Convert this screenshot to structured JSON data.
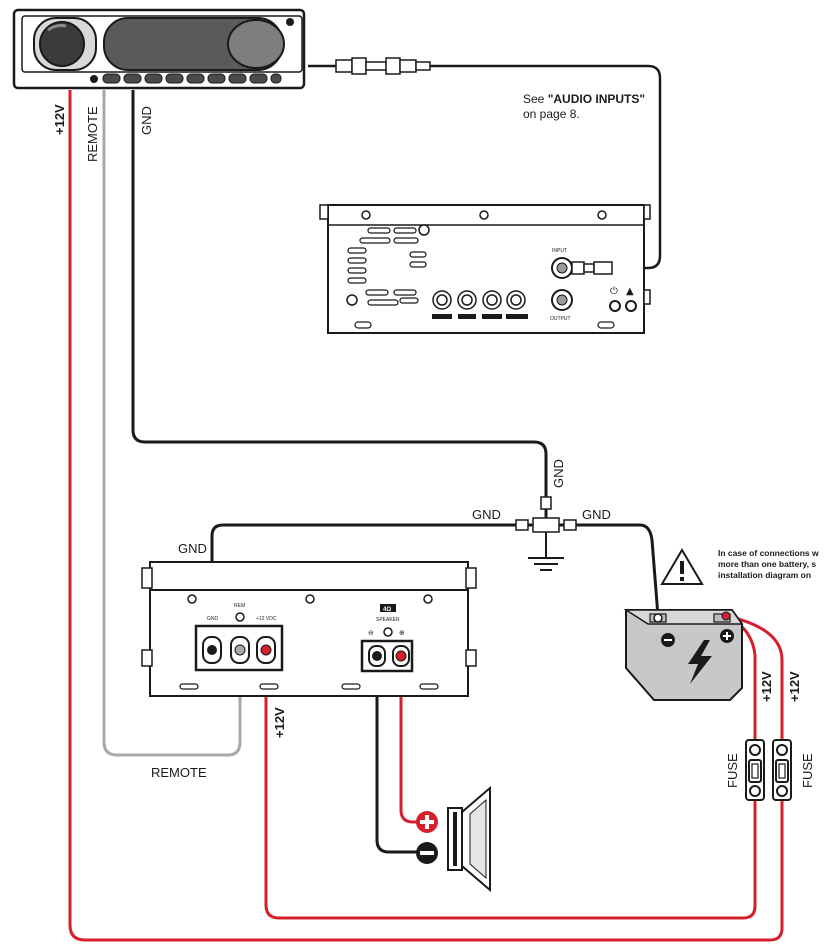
{
  "audio_inputs_note": {
    "prefix": "See ",
    "bold": "\"AUDIO INPUTS\"",
    "suffix": " on page 8."
  },
  "warning_note": {
    "line1": "In case of connections w",
    "line2": "more than one battery, s",
    "line3": "installation diagram on"
  },
  "wire_labels": {
    "plus12v": "+12V",
    "remote": "REMOTE",
    "gnd": "GND",
    "fuse": "FUSE"
  },
  "amp_panel": {
    "gnd": "GND",
    "rem": "REM",
    "plus12vdc": "+12 VDC",
    "impedance": "4Ω",
    "speaker": "SPEAKER",
    "minus": "⊖",
    "plus": "⊕"
  },
  "processor_panel": {
    "input": "INPUT",
    "output": "OUTPUT"
  },
  "colors": {
    "wire_black": "#1a1a1a",
    "wire_red": "#d4202c",
    "wire_grey": "#a8a8a8"
  }
}
